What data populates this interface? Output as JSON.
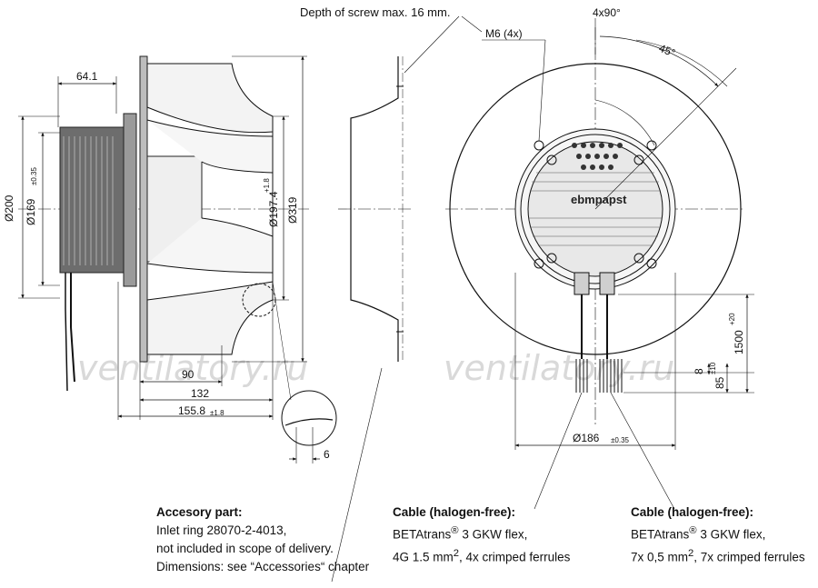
{
  "header": {
    "screw_depth_note": "Depth of screw max. 16 mm."
  },
  "side_view": {
    "dim_64": "64.1",
    "dim_200": "Ø200",
    "dim_169": "Ø169",
    "dim_169_tol": "±0.35",
    "dim_197": "Ø197.4",
    "dim_197_tol": "+1.8",
    "dim_319": "Ø319",
    "dim_90": "90",
    "dim_132": "132",
    "dim_155": "155.8",
    "dim_155_tol": "±1.8",
    "dim_6": "6"
  },
  "front_view": {
    "dim_m6": "M6 (4x)",
    "dim_4x90": "4x90°",
    "dim_45": "45°",
    "dim_186": "Ø186",
    "dim_186_tol": "±0.35",
    "dim_1500": "1500",
    "dim_1500_tol": "+20",
    "dim_8": "8",
    "dim_85": "85",
    "dim_85_tol": "±10",
    "brand_logo": "ebmpapst"
  },
  "watermarks": {
    "left": "ventilatory.ru",
    "right": "ventilatory.ru"
  },
  "notes": {
    "accessory": {
      "title": "Accesory part:",
      "line1": "Inlet ring 28070-2-4013,",
      "line2": "not included in scope of delivery.",
      "line3": "Dimensions: see “Accessories“ chapter"
    },
    "cable1": {
      "title": "Cable (halogen-free):",
      "line1_brand": "BETAtrans",
      "line1_reg": "®",
      "line1_rest": " 3 GKW flex,",
      "line2_pre": "4G 1.5 mm",
      "line2_sup": "2",
      "line2_post": ", 4x crimped ferrules"
    },
    "cable2": {
      "title": "Cable (halogen-free):",
      "line1_brand": "BETAtrans",
      "line1_reg": "®",
      "line1_rest": " 3 GKW flex,",
      "line2_pre": "7x 0,5 mm",
      "line2_sup": "2",
      "line2_post": ", 7x crimped ferrules"
    }
  }
}
